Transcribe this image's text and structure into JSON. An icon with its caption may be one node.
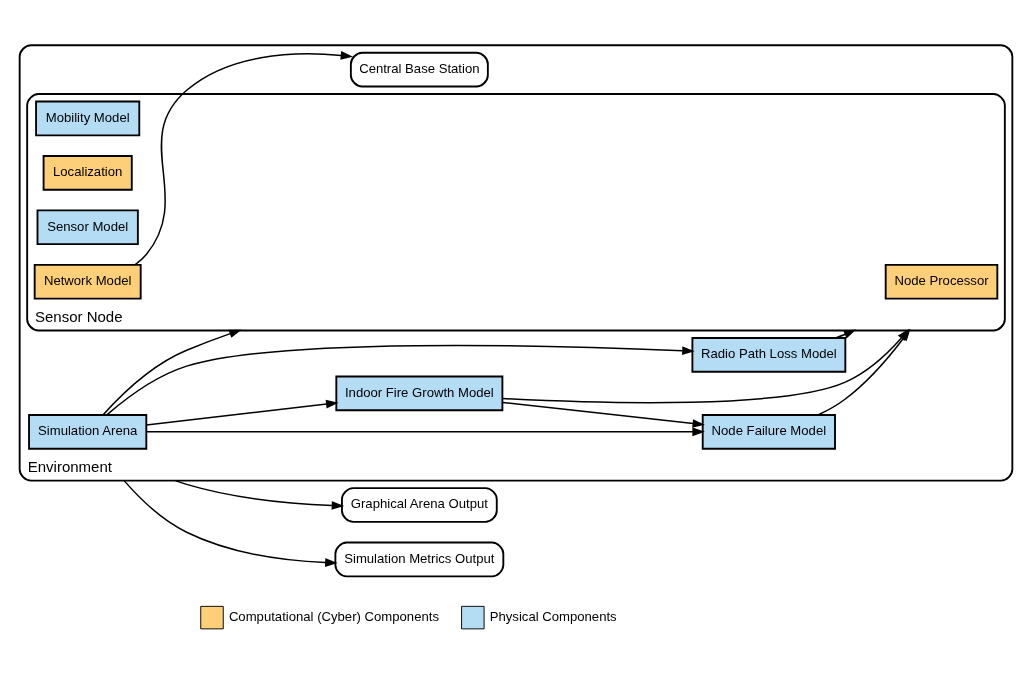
{
  "diagram": {
    "nodes": [
      {
        "text": [
          "Environment"
        ]
      },
      {
        "text": [
          "Simulation Arena"
        ],
        "in": 0
      },
      {
        "text": [
          "Node Failure Model"
        ],
        "in": 0
      },
      {
        "text": [
          "Indoor Fire Growth Model"
        ],
        "in": 0
      },
      {
        "text": [
          "Radio Path Loss Model"
        ],
        "in": 0
      },
      {
        "text": [
          "Sensor Node"
        ],
        "in": 0
      },
      {
        "text": [
          "Node Processor"
        ],
        "in": 5
      },
      {
        "text": [
          "Mobility Model"
        ],
        "in": 5
      },
      {
        "text": [
          "Localization"
        ],
        "in": 5
      },
      {
        "text": [
          "Sensor Model"
        ],
        "in": 5
      },
      {
        "text": [
          "Network Model"
        ],
        "in": 5
      },
      {
        "text": [
          "Central Base Station"
        ],
        "in": 0
      },
      {
        "text": [
          "Graphical Arena Output"
        ]
      },
      {
        "text": [
          "Simulation Metrics Output"
        ]
      }
    ],
    "edges": [
      {
        "from": 1,
        "to": 2,
        "arrow": "to"
      },
      {
        "from": 1,
        "to": 3,
        "arrow": "to"
      },
      {
        "from": 1,
        "to": 4,
        "arrow": "to"
      },
      {
        "from": 1,
        "to": 5,
        "arrow": "to"
      },
      {
        "from": 3,
        "to": 2,
        "arrow": "to"
      },
      {
        "from": 2,
        "to": 5,
        "arrow": "to"
      },
      {
        "from": 3,
        "to": 5,
        "arrow": "to"
      },
      {
        "from": 4,
        "to": 5,
        "arrow": "to"
      },
      {
        "from": 10,
        "to": 11,
        "arrow": "to"
      },
      {
        "from": 0,
        "to": 12,
        "arrow": "to"
      },
      {
        "from": 0,
        "to": 13,
        "arrow": "to"
      }
    ],
    "legend": [
      {
        "text": "Computational (Cyber) Components",
        "color": "#fdcf79"
      },
      {
        "text": "Physical Components",
        "color": "#b4dcf5"
      }
    ]
  }
}
